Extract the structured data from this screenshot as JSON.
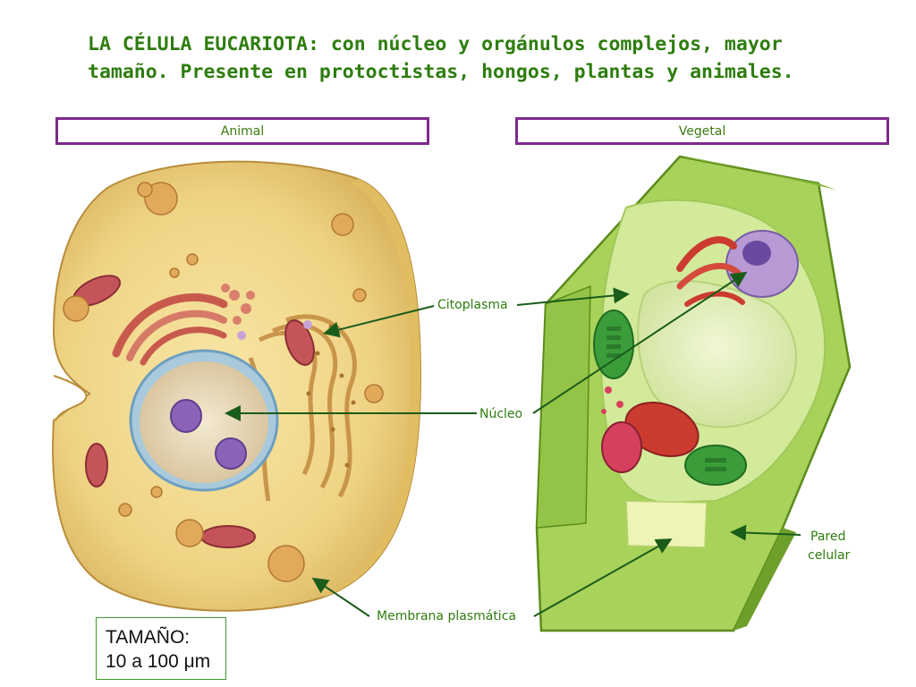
{
  "title_line1": "LA CÉLULA EUCARIOTA: con núcleo y orgánulos complejos, mayor",
  "title_line2": "tamaño. Presente en protoctistas, hongos, plantas y animales.",
  "headers": {
    "animal": "Animal",
    "vegetal": "Vegetal"
  },
  "labels": {
    "citoplasma": "Citoplasma",
    "nucleo": "Núcleo",
    "membrana": "Membrana plasmática",
    "pared_line1": "Pared",
    "pared_line2": "celular"
  },
  "size": {
    "line1": "TAMAÑO:",
    "line2": "10 a 100 μm"
  },
  "colors": {
    "title": "#2e7d0f",
    "header_border": "#7d2a8b",
    "label": "#2e7d0f",
    "arrow": "#1a5c1a"
  }
}
